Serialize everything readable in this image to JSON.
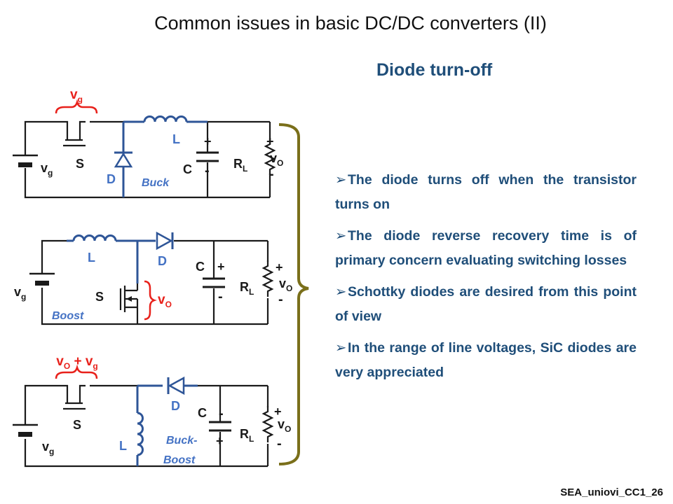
{
  "title": "Common issues in basic DC/DC converters (II)",
  "subtitle": "Diode turn-off",
  "footer": "SEA_uniovi_CC1_26",
  "bullets": [
    "The diode turns off when the transistor turns on",
    "The diode reverse recovery time is of primary concern evaluating switching losses",
    "Schottky diodes are desired from this point of view",
    "In the range of line voltages, SiC diodes are very appreciated"
  ],
  "colors": {
    "wire": "#1a1a1a",
    "highlight": "#2e5597",
    "label_blue": "#4472c4",
    "red": "#e8211b",
    "bracket": "#7a6f1a",
    "text_blue": "#1f4e79"
  },
  "buck": {
    "vg_label": "v",
    "vg_sub": "g",
    "switch": "S",
    "diode": "D",
    "inductor": "L",
    "capacitor": "C",
    "load": "R",
    "load_sub": "L",
    "out": "v",
    "out_sub": "O",
    "plus": "+",
    "minus": "-",
    "name": "Buck",
    "brace_label": "v",
    "brace_sub": "g"
  },
  "boost": {
    "vg_label": "v",
    "vg_sub": "g",
    "switch": "S",
    "diode": "D",
    "inductor": "L",
    "capacitor": "C",
    "load": "R",
    "load_sub": "L",
    "out": "v",
    "out_sub": "O",
    "plus": "+",
    "minus": "-",
    "name": "Boost",
    "brace_label": "v",
    "brace_sub": "O"
  },
  "buckboost": {
    "vg_label": "v",
    "vg_sub": "g",
    "switch": "S",
    "diode": "D",
    "inductor": "L",
    "capacitor": "C",
    "load": "R",
    "load_sub": "L",
    "out": "v",
    "out_sub": "O",
    "plus": "+",
    "minus": "-",
    "name_line1": "Buck-",
    "name_line2": "Boost",
    "brace_label": "v",
    "brace_sub1": "O",
    "brace_mid": " + v",
    "brace_sub2": "g"
  }
}
